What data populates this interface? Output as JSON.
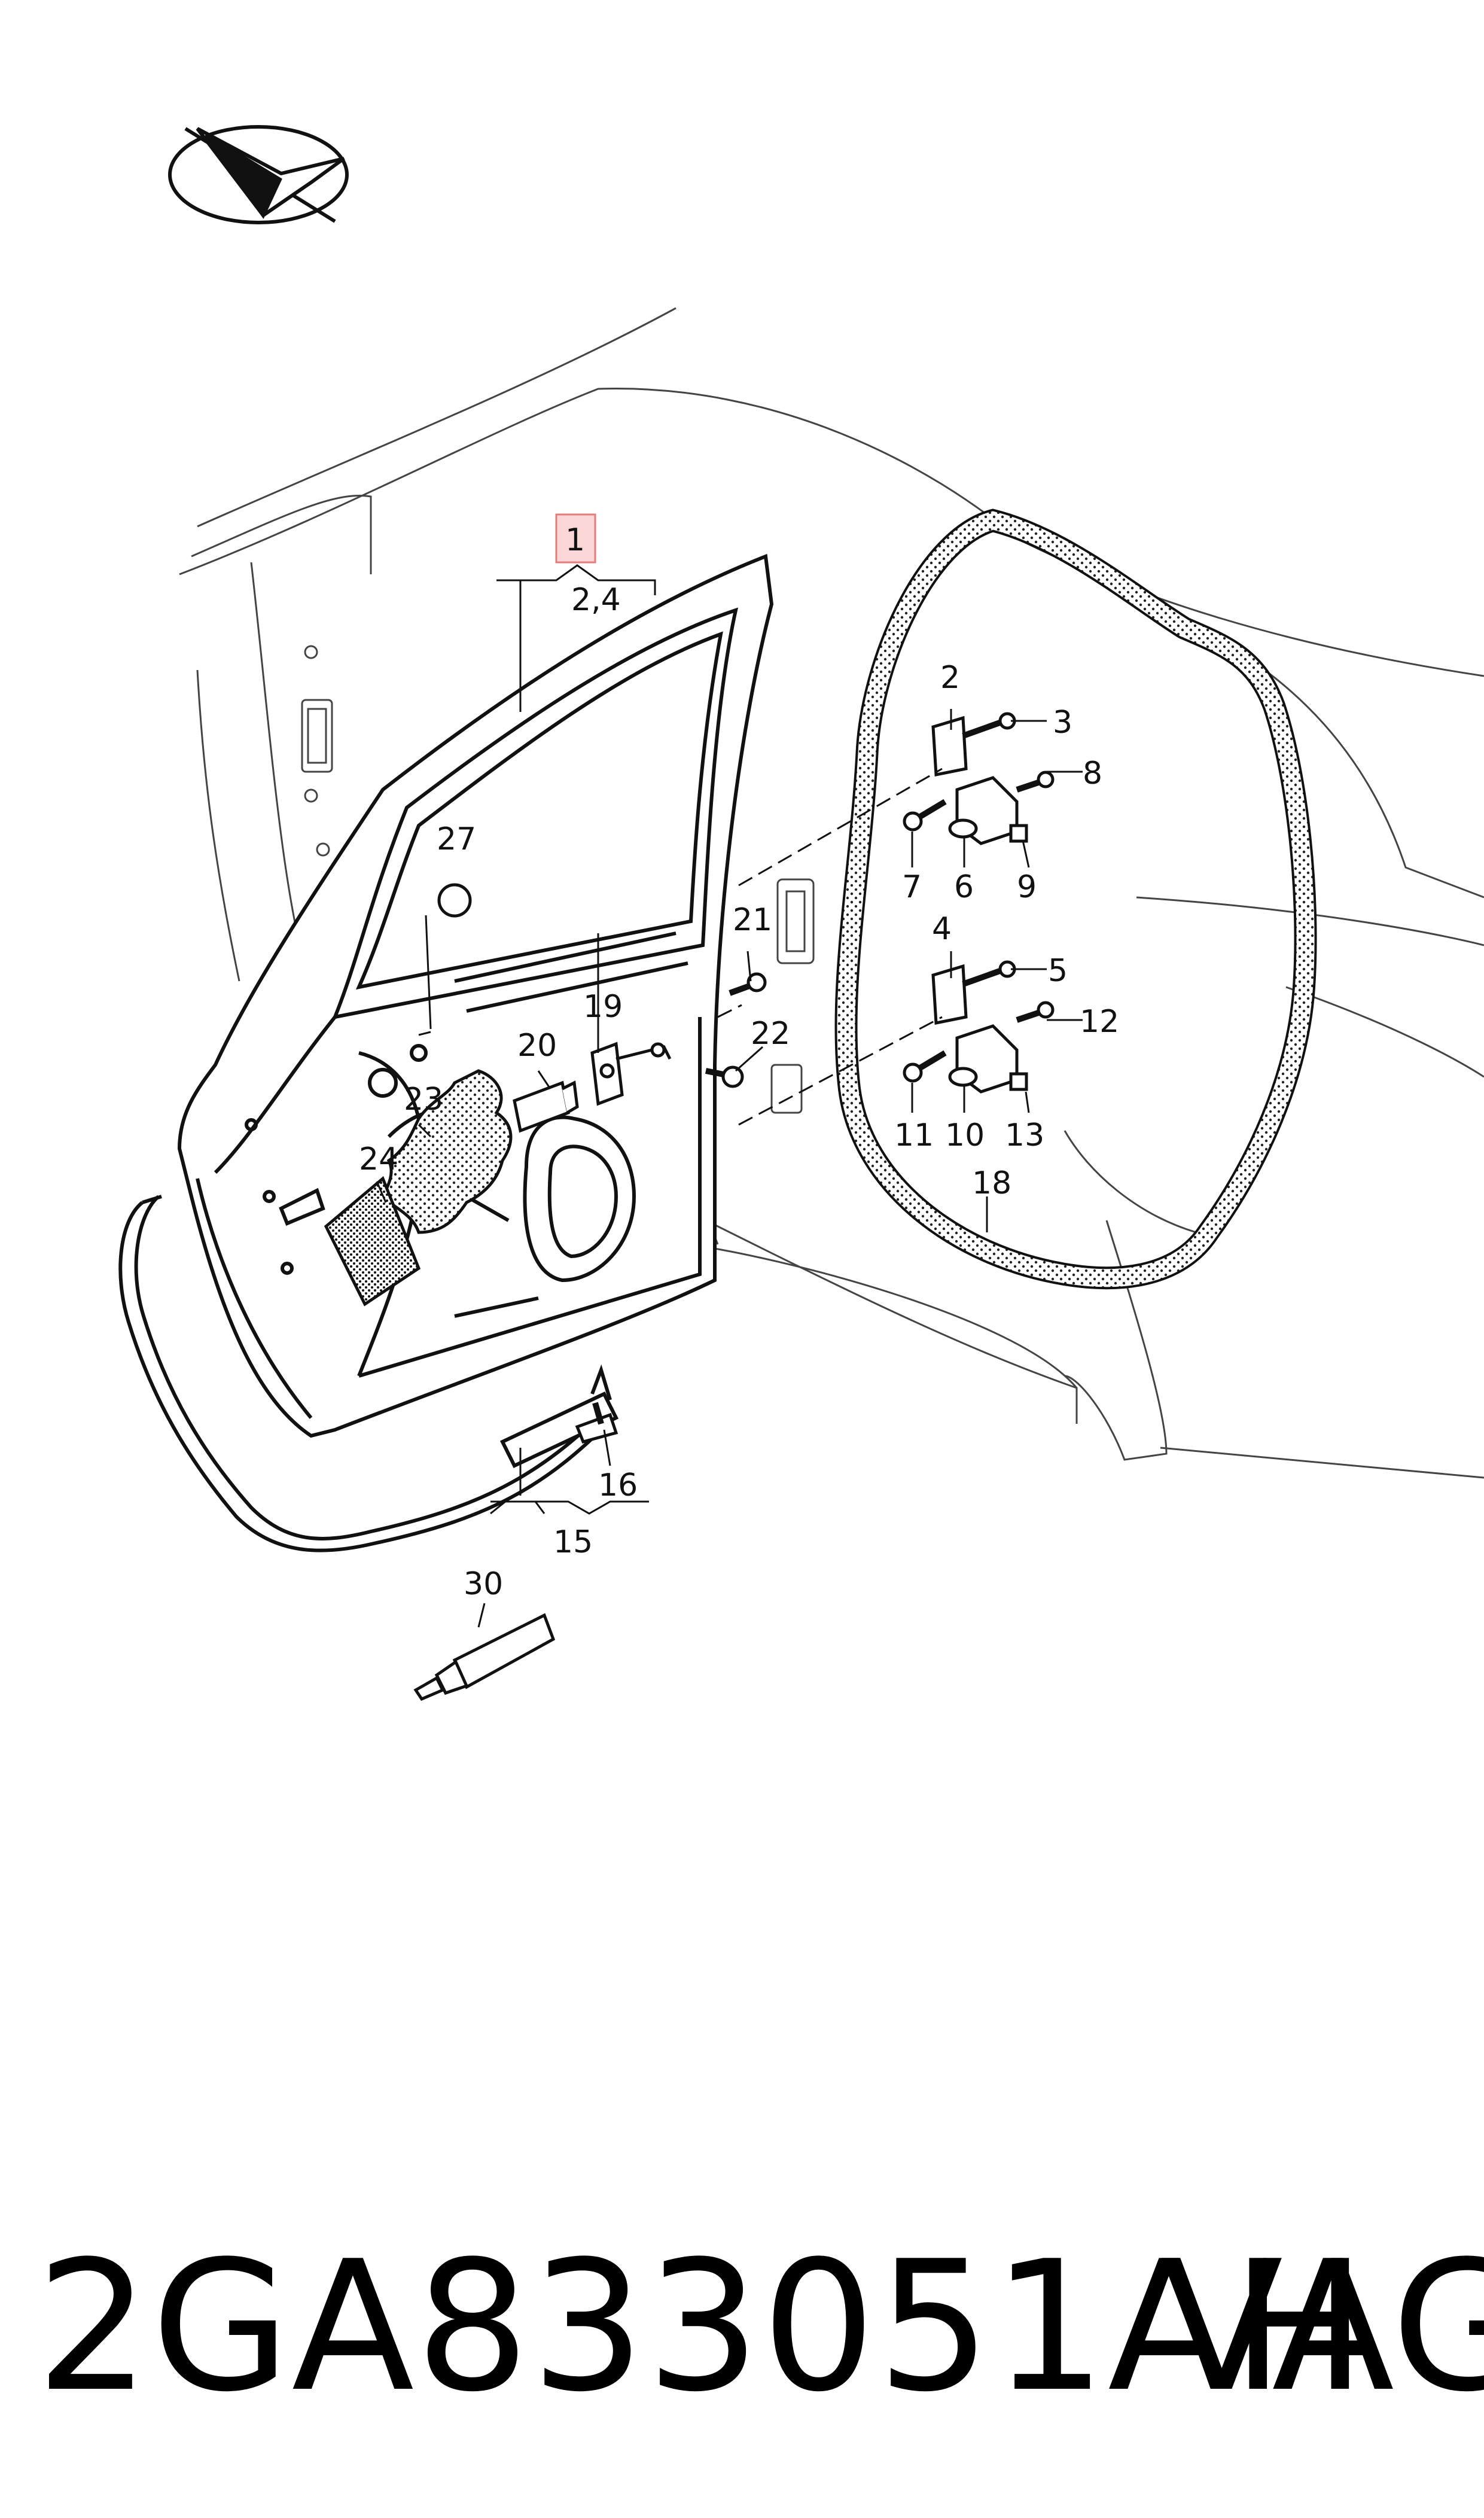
{
  "diagram": {
    "highlight_color": "#f4a6a6",
    "callouts": {
      "c1": "1",
      "c2_4": "2,4",
      "c2": "2",
      "c3": "3",
      "c4": "4",
      "c5": "5",
      "c6": "6",
      "c7": "7",
      "c8": "8",
      "c9": "9",
      "c10": "10",
      "c11": "11",
      "c12": "12",
      "c13": "13",
      "c15": "15",
      "c16": "16",
      "c18": "18",
      "c19": "19",
      "c20": "20",
      "c21": "21",
      "c22": "22",
      "c23": "23",
      "c24": "24",
      "c27": "27",
      "c30": "30"
    }
  },
  "footer": {
    "part_number": "2GA833051AH",
    "brand": "VAG"
  }
}
